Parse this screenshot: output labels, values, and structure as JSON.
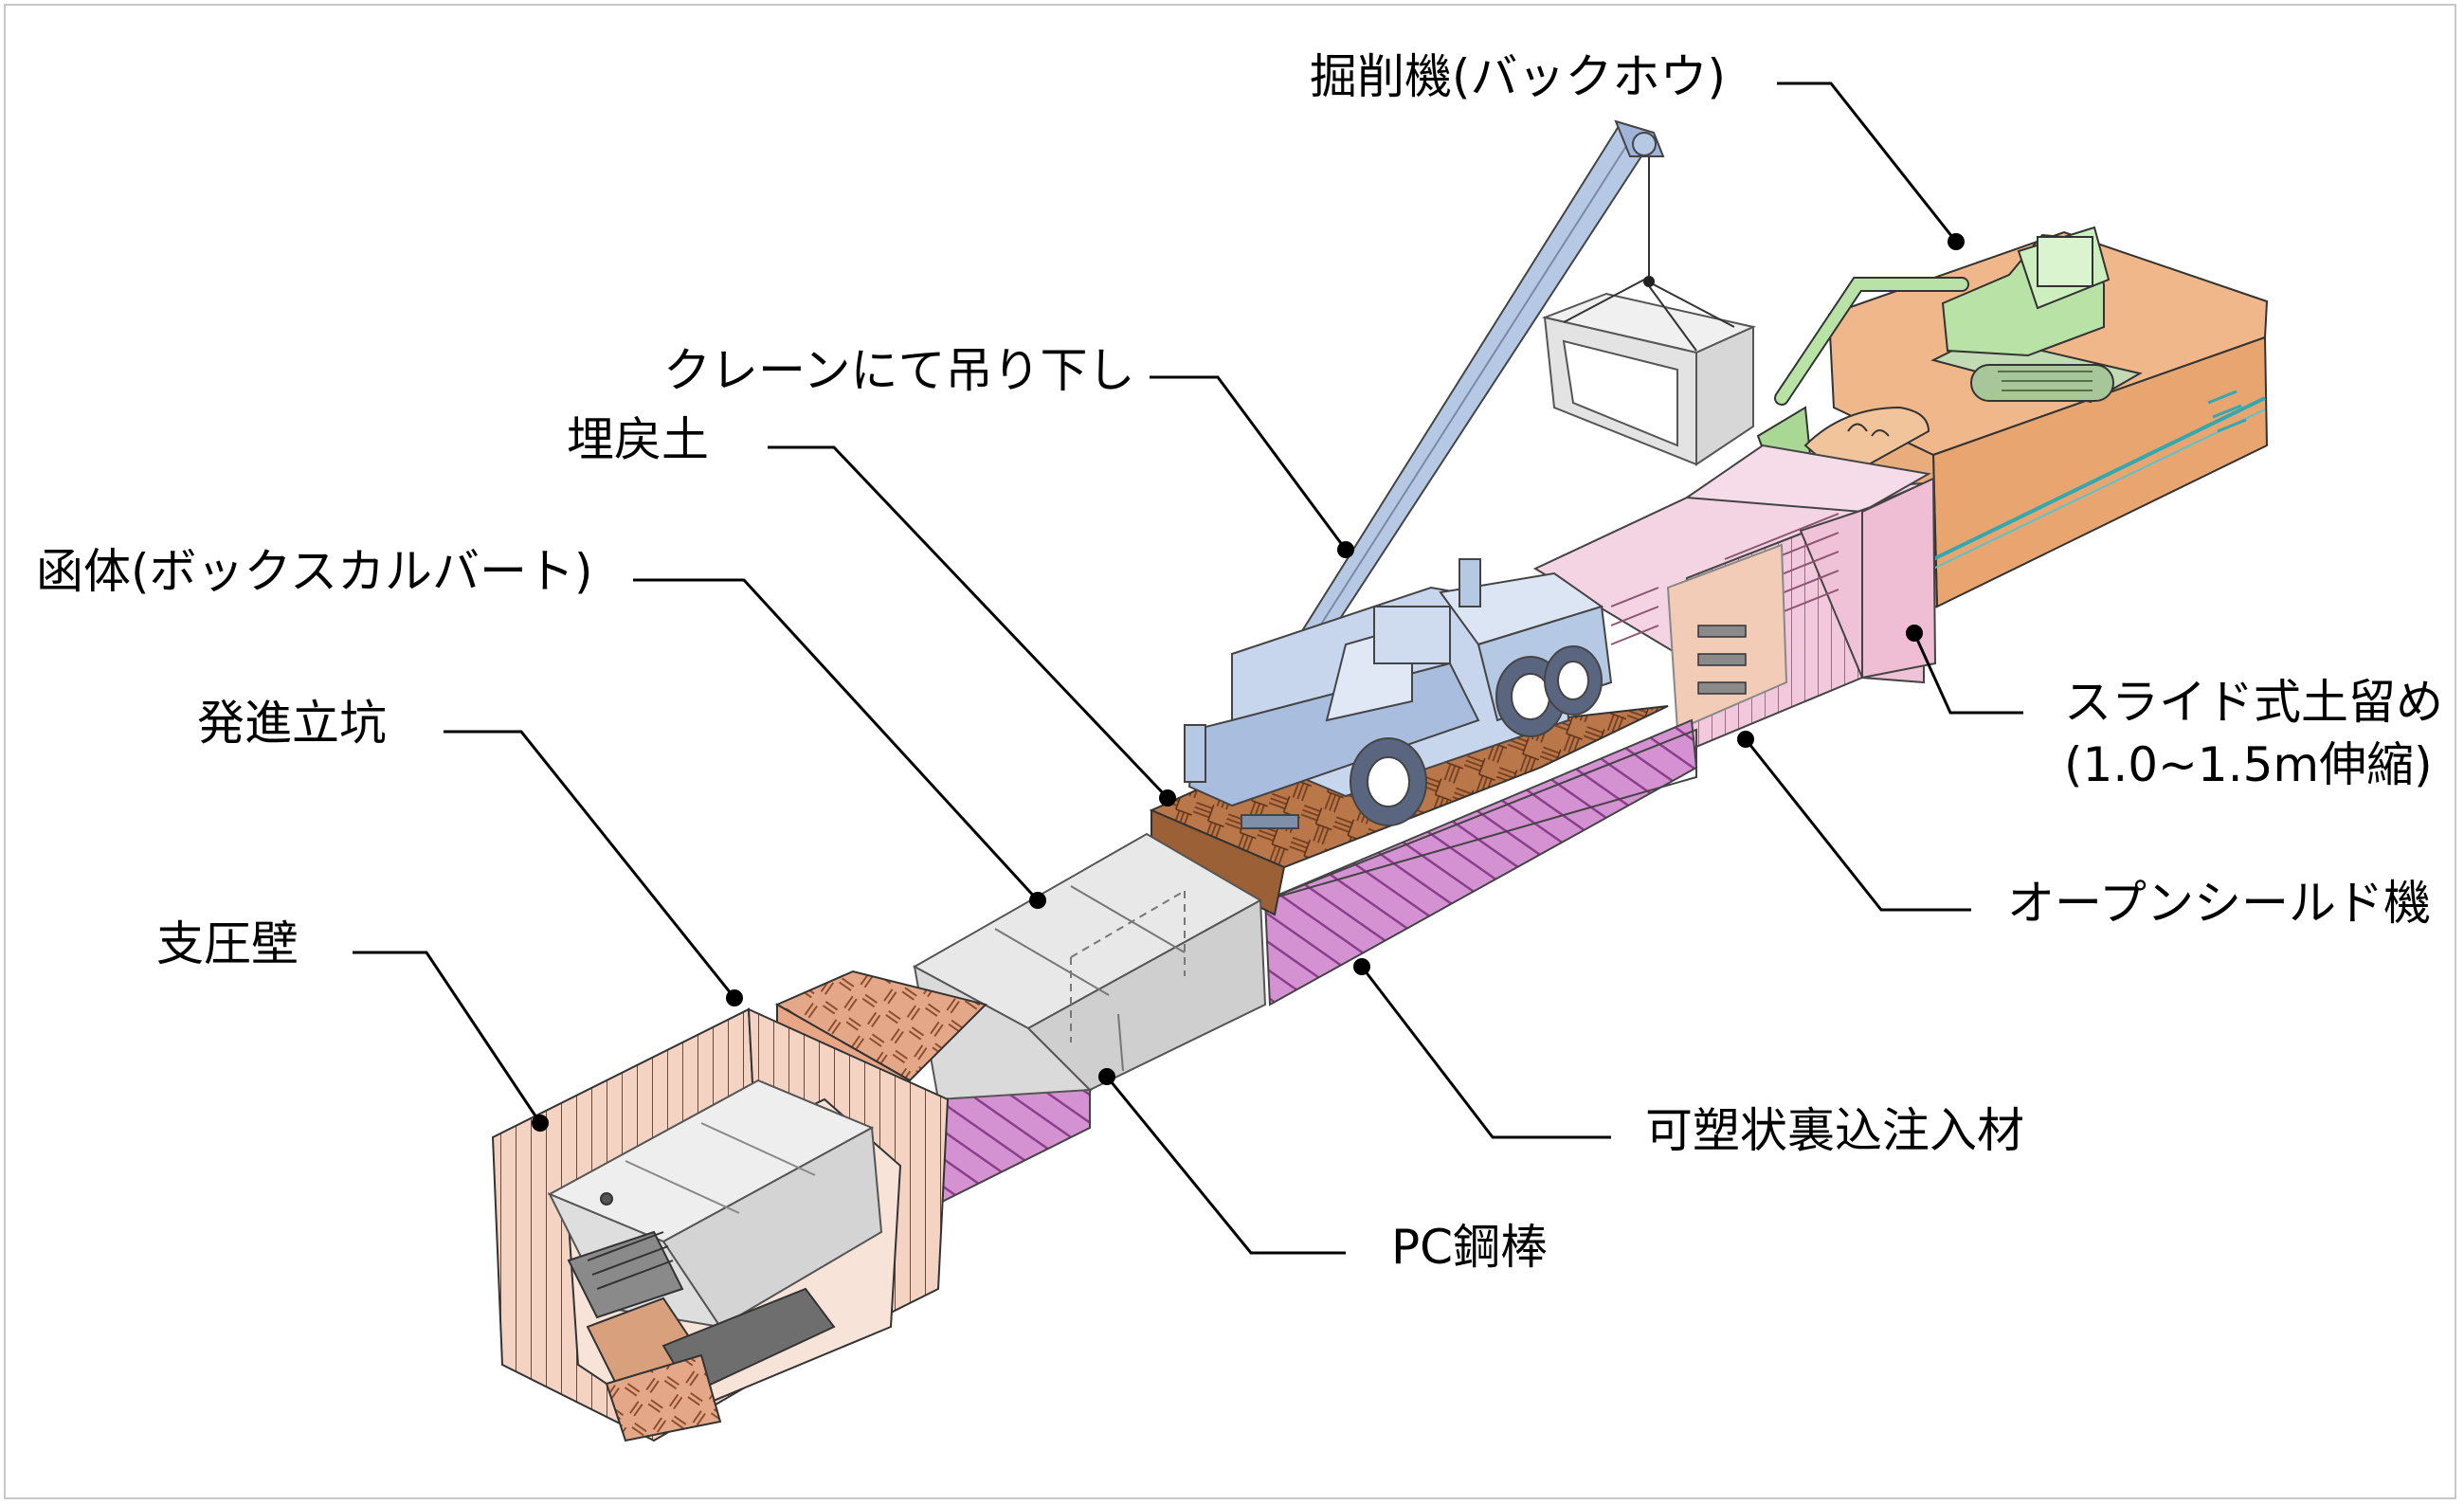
{
  "labels": {
    "excavator": "掘削機(バックホウ)",
    "crane_lowering": "クレーンにて吊り下し",
    "backfill": "埋戻土",
    "box_culvert": "函体(ボックスカルバート)",
    "launch_shaft": "発進立坑",
    "bearing_wall": "支圧壁",
    "slide_retaining_line1": "スライド式土留め",
    "slide_retaining_line2": "(1.0~1.5m伸縮)",
    "open_shield": "オープンシールド機",
    "plastic_grout": "可塑状裏込注入材",
    "pc_bar": "PC鋼棒"
  },
  "colors": {
    "box": "#e2e2e2",
    "crane": "#b5c8e4",
    "excavator": "#b9e3a6",
    "soil": "#e9b485",
    "backfill": "#b9774a",
    "grout": "#c67ac2",
    "shield": "#f1c8dc",
    "shaft": "#f3d2c2"
  }
}
